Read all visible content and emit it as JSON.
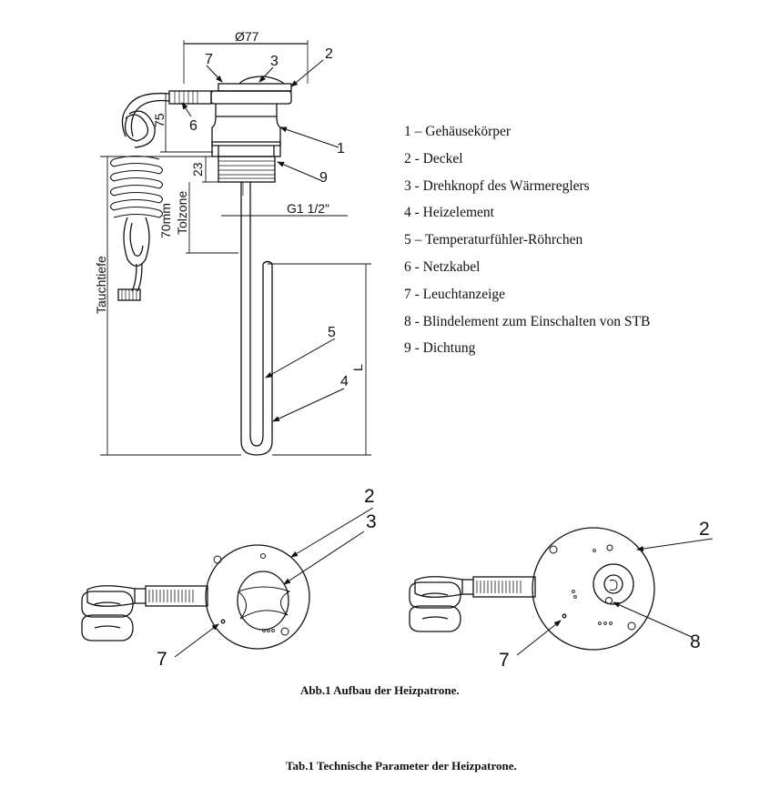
{
  "drawing": {
    "dimensions": {
      "diameter": "Ø77",
      "cable_offset": "75",
      "thread_height": "23",
      "cold_zone_length": "70mm",
      "cold_zone_label": "Tolzone",
      "immersion_depth": "Tauchtiefe",
      "thread": "G1 1/2\"",
      "length": "L"
    },
    "side_view_callouts": [
      "1",
      "2",
      "3",
      "5",
      "4",
      "6",
      "7",
      "9"
    ],
    "front_view_left_callouts": [
      "2",
      "3",
      "7"
    ],
    "front_view_right_callouts": [
      "2",
      "7",
      "8"
    ]
  },
  "legend": [
    "1 – Gehäusekörper",
    "2 - Deckel",
    "3 - Drehknopf des Wärmereglers",
    "4 - Heizelement",
    "5 – Temperaturfühler-Röhrchen",
    "6 - Netzkabel",
    "7 - Leuchtanzeige",
    "8 - Blindelement zum Einschalten von STB",
    "9 - Dichtung"
  ],
  "captions": {
    "figure": "Abb.1 Aufbau der Heizpatrone.",
    "table": "Tab.1 Technische Parameter der Heizpatrone."
  }
}
